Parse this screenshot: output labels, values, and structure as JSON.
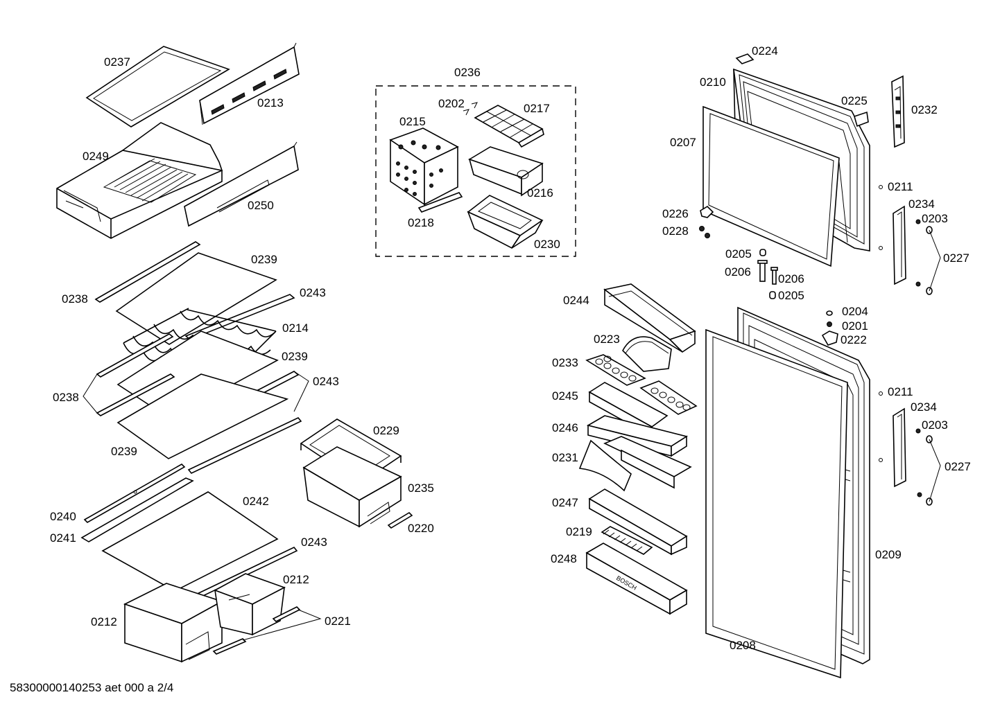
{
  "document": {
    "footer_code": "58300000140253 aet 000 a 2/4"
  },
  "labels": {
    "p0237": "0237",
    "p0213": "0213",
    "p0249": "0249",
    "p0250": "0250",
    "p0239a": "0239",
    "p0238a": "0238",
    "p0243a": "0243",
    "p0214": "0214",
    "p0239b": "0239",
    "p0243b": "0243",
    "p0238b": "0238",
    "p0239c": "0239",
    "p0229": "0229",
    "p0235": "0235",
    "p0220": "0220",
    "p0240": "0240",
    "p0241": "0241",
    "p0242": "0242",
    "p0243c": "0243",
    "p0212a": "0212",
    "p0212b": "0212",
    "p0221": "0221",
    "p0236": "0236",
    "p0202": "0202",
    "p0217": "0217",
    "p0215": "0215",
    "p0216": "0216",
    "p0218": "0218",
    "p0230": "0230",
    "p0224": "0224",
    "p0210": "0210",
    "p0225": "0225",
    "p0232": "0232",
    "p0207": "0207",
    "p0211a": "0211",
    "p0234a": "0234",
    "p0203a": "0203",
    "p0226": "0226",
    "p0228": "0228",
    "p0227a": "0227",
    "p0205a": "0205",
    "p0206a": "0206",
    "p0206b": "0206",
    "p0205b": "0205",
    "p0244": "0244",
    "p0204": "0204",
    "p0201": "0201",
    "p0222": "0222",
    "p0223": "0223",
    "p0233": "0233",
    "p0245": "0245",
    "p0211b": "0211",
    "p0234b": "0234",
    "p0203b": "0203",
    "p0246": "0246",
    "p0231": "0231",
    "p0227b": "0227",
    "p0247": "0247",
    "p0219": "0219",
    "p0209": "0209",
    "p0248": "0248",
    "p0208": "0208"
  },
  "embossed": {
    "brand": "BOSCH"
  }
}
